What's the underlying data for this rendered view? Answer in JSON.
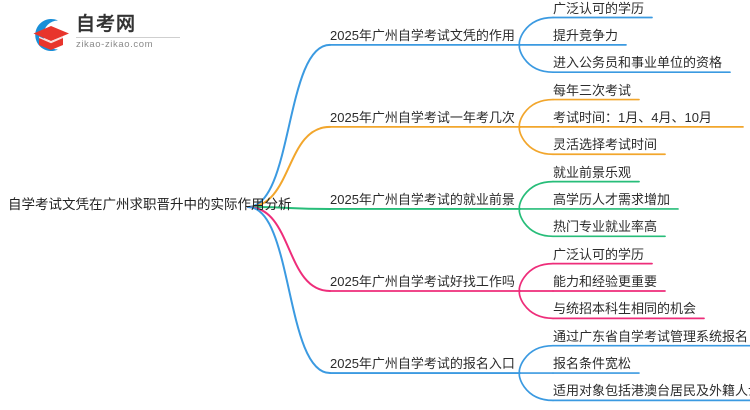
{
  "logo": {
    "title": "自考网",
    "domain": "zikao-zikao.com",
    "mark_icon": "graduation-cap-icon",
    "arc_color": "#1a8fd8",
    "cap_color": "#e8352c"
  },
  "mindmap": {
    "root": {
      "label": "自学考试文凭在广州求职晋升中的实际作用分析"
    },
    "branches": [
      {
        "label": "2025年广州自学考试文凭的作用",
        "color": "#3b9ae1",
        "children": [
          "广泛认可的学历",
          "提升竞争力",
          "进入公务员和事业单位的资格"
        ]
      },
      {
        "label": "2025年广州自学考试一年考几次",
        "color": "#f2a62c",
        "children": [
          "每年三次考试",
          "考试时间：1月、4月、10月",
          "灵活选择考试时间"
        ]
      },
      {
        "label": "2025年广州自学考试的就业前景",
        "color": "#27bd79",
        "children": [
          "就业前景乐观",
          "高学历人才需求增加",
          "热门专业就业率高"
        ]
      },
      {
        "label": "2025年广州自学考试好找工作吗",
        "color": "#ee2d7a",
        "children": [
          "广泛认可的学历",
          "能力和经验更重要",
          "与统招本科生相同的机会"
        ]
      },
      {
        "label": "2025年广州自学考试的报名入口",
        "color": "#3b9ae1",
        "children": [
          "通过广东省自学考试管理系统报名",
          "报名条件宽松",
          "适用对象包括港澳台居民及外籍人士"
        ]
      }
    ]
  }
}
